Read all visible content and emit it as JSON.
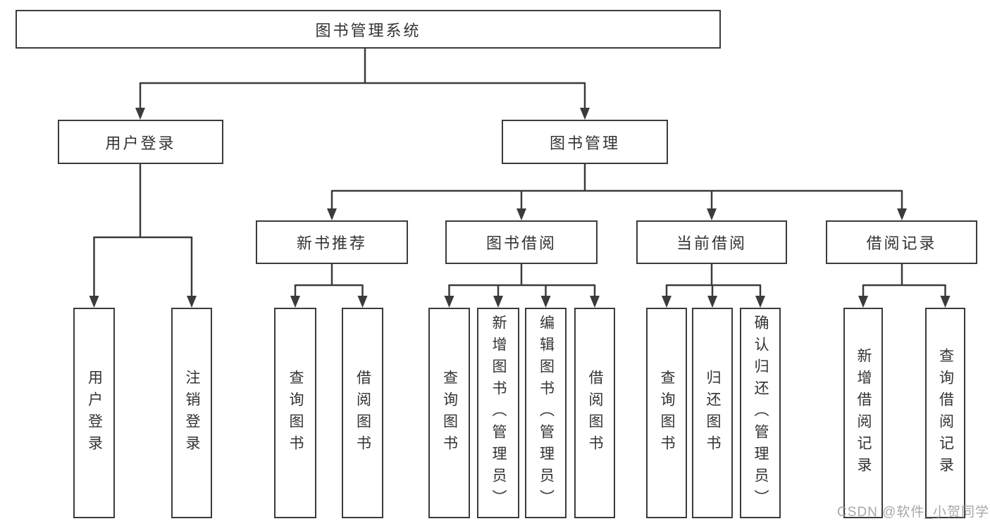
{
  "root": {
    "label": "图书管理系统"
  },
  "level2": [
    {
      "label": "用户登录"
    },
    {
      "label": "图书管理"
    }
  ],
  "level3": [
    {
      "label": "新书推荐"
    },
    {
      "label": "图书借阅"
    },
    {
      "label": "当前借阅"
    },
    {
      "label": "借阅记录"
    }
  ],
  "leaves": [
    {
      "label": "用户登录"
    },
    {
      "label": "注销登录"
    },
    {
      "label": "查询图书"
    },
    {
      "label": "借阅图书"
    },
    {
      "label": "查询图书"
    },
    {
      "label": "新增图书（管理员）"
    },
    {
      "label": "编辑图书（管理员）"
    },
    {
      "label": "借阅图书"
    },
    {
      "label": "查询图书"
    },
    {
      "label": "归还图书"
    },
    {
      "label": "确认归还（管理员）"
    },
    {
      "label": "新增借阅记录"
    },
    {
      "label": "查询借阅记录"
    }
  ],
  "watermark": "CSDN @软件_小贺同学",
  "colors": {
    "line": "#3b3b3b",
    "text": "#333333",
    "watermark": "#9e9e9e",
    "background": "#ffffff"
  }
}
